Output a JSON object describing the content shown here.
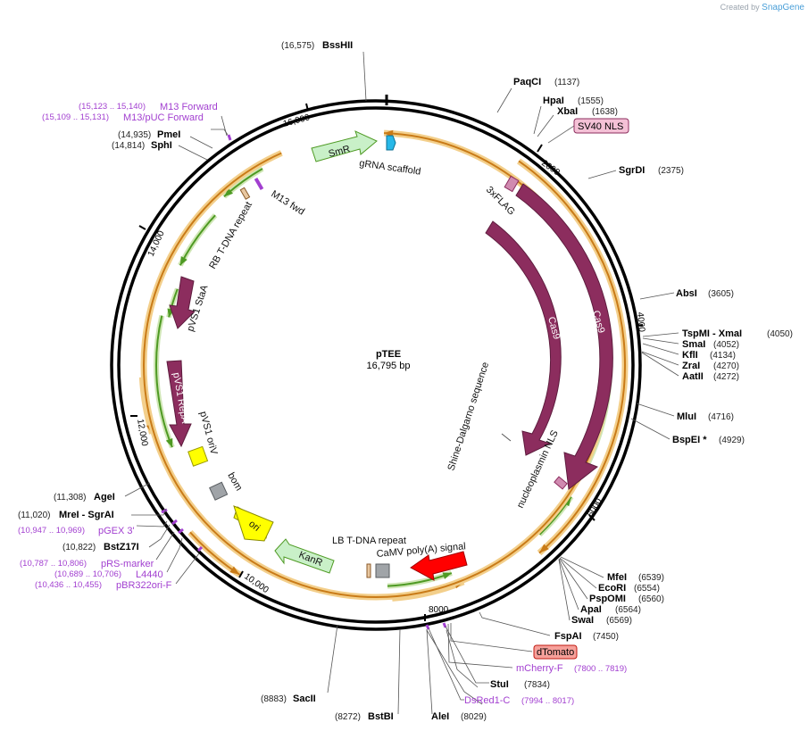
{
  "credit": {
    "prefix": "Created by",
    "brand": "SnapGene"
  },
  "plasmid": {
    "name": "pTEE",
    "size": "16,795 bp"
  },
  "ticks": [
    "2000",
    "4000",
    "6000",
    "8000",
    "10,000",
    "12,000",
    "14,000",
    "16,000"
  ],
  "enzymes_right": [
    {
      "name": "PaqCI",
      "pos": "(1137)"
    },
    {
      "name": "HpaI",
      "pos": "(1555)"
    },
    {
      "name": "XbaI",
      "pos": "(1638)"
    },
    {
      "name": "SgrDI",
      "pos": "(2375)"
    },
    {
      "name": "AbsI",
      "pos": "(3605)"
    },
    {
      "name": "TspMI - XmaI",
      "pos": "(4050)"
    },
    {
      "name": "SmaI",
      "pos": "(4052)"
    },
    {
      "name": "KflI",
      "pos": "(4134)"
    },
    {
      "name": "ZraI",
      "pos": "(4270)"
    },
    {
      "name": "AatII",
      "pos": "(4272)"
    },
    {
      "name": "MluI",
      "pos": "(4716)"
    },
    {
      "name": "BspEI *",
      "pos": "(4929)"
    },
    {
      "name": "MfeI",
      "pos": "(6539)"
    },
    {
      "name": "EcoRI",
      "pos": "(6554)"
    },
    {
      "name": "PspOMI",
      "pos": "(6560)"
    },
    {
      "name": "ApaI",
      "pos": "(6564)"
    },
    {
      "name": "SwaI",
      "pos": "(6569)"
    },
    {
      "name": "FspAI",
      "pos": "(7450)"
    },
    {
      "name": "StuI",
      "pos": "(7834)"
    },
    {
      "name": "AleI",
      "pos": "(8029)"
    }
  ],
  "enzymes_left": [
    {
      "name": "BssHII",
      "pos": "(16,575)"
    },
    {
      "name": "PmeI",
      "pos": "(14,935)"
    },
    {
      "name": "SphI",
      "pos": "(14,814)"
    },
    {
      "name": "AgeI",
      "pos": "(11,308)"
    },
    {
      "name": "MreI - SgrAI",
      "pos": "(11,020)"
    },
    {
      "name": "BstZ17I",
      "pos": "(10,822)"
    },
    {
      "name": "SacII",
      "pos": "(8883)"
    },
    {
      "name": "BstBI",
      "pos": "(8272)"
    }
  ],
  "primers": [
    {
      "name": "M13 Forward",
      "range": "(15,123 .. 15,140)"
    },
    {
      "name": "M13/pUC Forward",
      "range": "(15,109 .. 15,131)"
    },
    {
      "name": "pGEX 3'",
      "range": "(10,947 .. 10,969)"
    },
    {
      "name": "pRS-marker",
      "range": "(10,787 .. 10,806)"
    },
    {
      "name": "L4440",
      "range": "(10,689 .. 10,706)"
    },
    {
      "name": "pBR322ori-F",
      "range": "(10,436 .. 10,455)"
    },
    {
      "name": "mCherry-F",
      "range": "(7800 .. 7819)"
    },
    {
      "name": "DsRed1-C",
      "range": "(7994 .. 8017)"
    }
  ],
  "boxed_features": {
    "sv40": "SV40 NLS",
    "dtomato": "dTomato"
  },
  "features": {
    "cas9_outer": "Cas9",
    "cas9_inner": "Cas9",
    "flag": "3xFLAG",
    "nls": "nucleoplasmin NLS",
    "shine": "Shine-Dalgarno sequence",
    "grna": "gRNA scaffold",
    "smr": "SmR",
    "m13fwd": "M13 fwd",
    "rb": "RB T-DNA repeat",
    "stab": "pVS1 StaA",
    "repa": "pVS1 RepA",
    "pvsori": "pVS1 oriV",
    "bom": "bom",
    "ori": "ori",
    "kanr": "KanR",
    "lb": "LB T-DNA repeat",
    "polya": "CaMV poly(A) signal"
  },
  "colors": {
    "backbone": "#000000",
    "cas9": "#8c2d5e",
    "orf_fill": "#f3cf8b",
    "orf_stroke": "#c97b18",
    "orf_green_fill": "#cfe6b5",
    "orf_green_stroke": "#4e9a23",
    "smr": "#c9f0c8",
    "kanr": "#c9f0c8",
    "ori": "#ffff00",
    "polya": "#ff0000",
    "bom": "#a0a4a8",
    "grna": "#27b8e8",
    "primer": "#a23fd0",
    "sv40_box": "#f4c1d6",
    "dtomato_box": "#f6a09a"
  }
}
